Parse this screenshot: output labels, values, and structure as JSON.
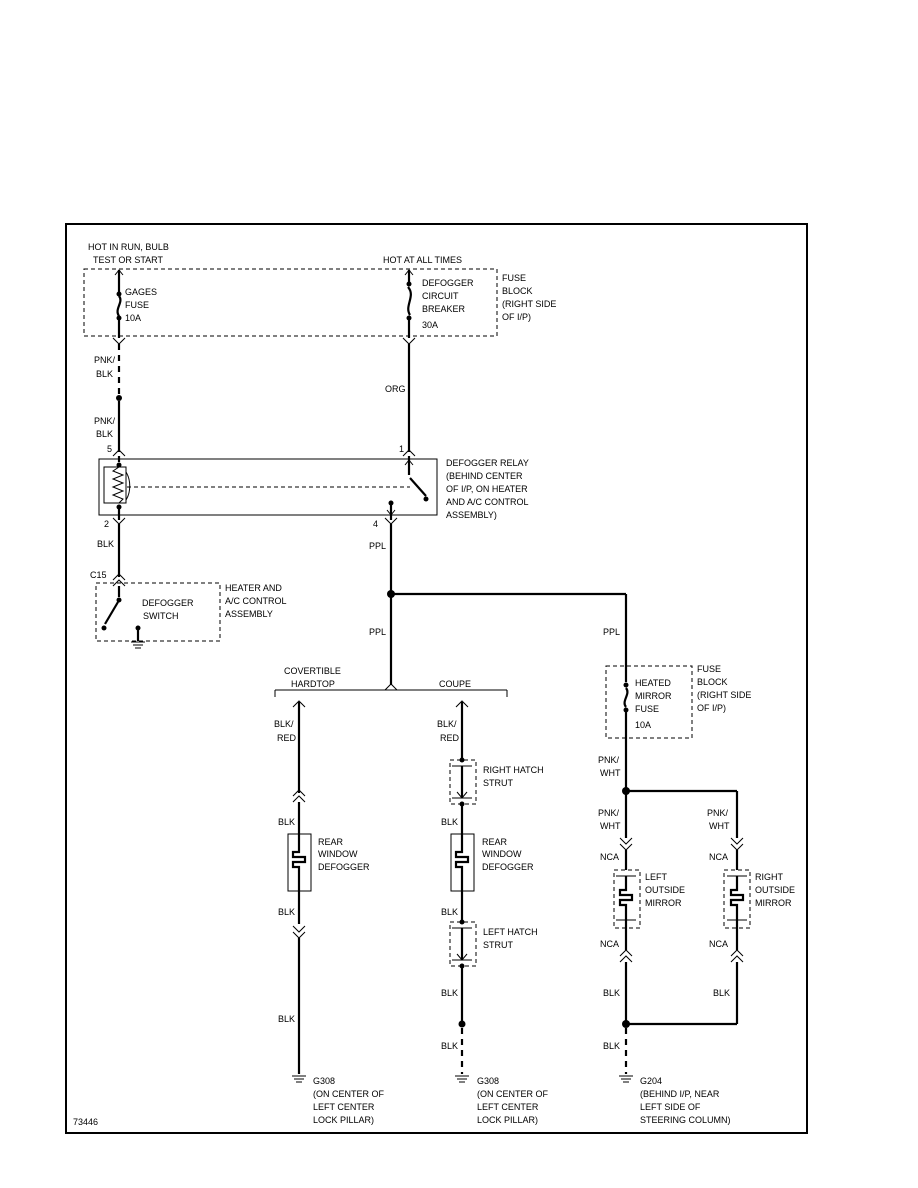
{
  "figure_id": "73446",
  "top_left": {
    "hot_label": [
      "HOT IN RUN, BULB",
      "TEST OR START"
    ],
    "fuse": [
      "GAGES",
      "FUSE",
      "10A"
    ],
    "wire_1": [
      "PNK/",
      "BLK"
    ],
    "wire_2": [
      "PNK/",
      "BLK"
    ]
  },
  "top_right": {
    "hot_label": "HOT AT ALL TIMES",
    "breaker": [
      "DEFOGGER",
      "CIRCUIT",
      "BREAKER",
      "30A"
    ],
    "fuse_block": [
      "FUSE",
      "BLOCK",
      "(RIGHT SIDE",
      "OF I/P)"
    ],
    "wire": "ORG"
  },
  "relay": {
    "pin_5": "5",
    "pin_1": "1",
    "pin_2": "2",
    "pin_4": "4",
    "label": [
      "DEFOGGER RELAY",
      "(BEHIND CENTER",
      "OF I/P, ON HEATER",
      "AND A/C CONTROL",
      "ASSEMBLY)"
    ]
  },
  "switch": {
    "wire": "BLK",
    "connector": "C15",
    "label": [
      "DEFOGGER",
      "SWITCH"
    ],
    "assembly": [
      "HEATER AND",
      "A/C CONTROL",
      "ASSEMBLY"
    ]
  },
  "ppl": {
    "wire_top": "PPL",
    "wire_mid": "PPL",
    "wire_right": "PPL"
  },
  "convertible": {
    "heading": [
      "COVERTIBLE",
      "HARDTOP"
    ],
    "wire_top": [
      "BLK/",
      "RED"
    ],
    "wire_blk_1": "BLK",
    "defogger": [
      "REAR",
      "WINDOW",
      "DEFOGGER"
    ],
    "wire_blk_2": "BLK",
    "wire_blk_3": "BLK",
    "ground": [
      "G308",
      "(ON CENTER OF",
      "LEFT CENTER",
      "LOCK PILLAR)"
    ]
  },
  "coupe": {
    "heading": "COUPE",
    "wire_top": [
      "BLK/",
      "RED"
    ],
    "right_strut": [
      "RIGHT HATCH",
      "STRUT"
    ],
    "wire_blk_1": "BLK",
    "defogger": [
      "REAR",
      "WINDOW",
      "DEFOGGER"
    ],
    "wire_blk_2": "BLK",
    "left_strut": [
      "LEFT HATCH",
      "STRUT"
    ],
    "wire_blk_3": "BLK",
    "wire_blk_4": "BLK",
    "ground": [
      "G308",
      "(ON CENTER OF",
      "LEFT CENTER",
      "LOCK PILLAR)"
    ]
  },
  "mirrors": {
    "fuse": [
      "HEATED",
      "MIRROR",
      "FUSE",
      "10A"
    ],
    "fuse_block": [
      "FUSE",
      "BLOCK",
      "(RIGHT SIDE",
      "OF I/P)"
    ],
    "wire_after_fuse": [
      "PNK/",
      "WHT"
    ],
    "left_wire": [
      "PNK/",
      "WHT"
    ],
    "right_wire": [
      "PNK/",
      "WHT"
    ],
    "left_nca_1": "NCA",
    "right_nca_1": "NCA",
    "left_mirror": [
      "LEFT",
      "OUTSIDE",
      "MIRROR"
    ],
    "right_mirror": [
      "RIGHT",
      "OUTSIDE",
      "MIRROR"
    ],
    "left_nca_2": "NCA",
    "right_nca_2": "NCA",
    "left_blk": "BLK",
    "right_blk": "BLK",
    "blk_bottom": "BLK",
    "ground": [
      "G204",
      "(BEHIND I/P, NEAR",
      "LEFT SIDE OF",
      "STEERING COLUMN)"
    ]
  }
}
